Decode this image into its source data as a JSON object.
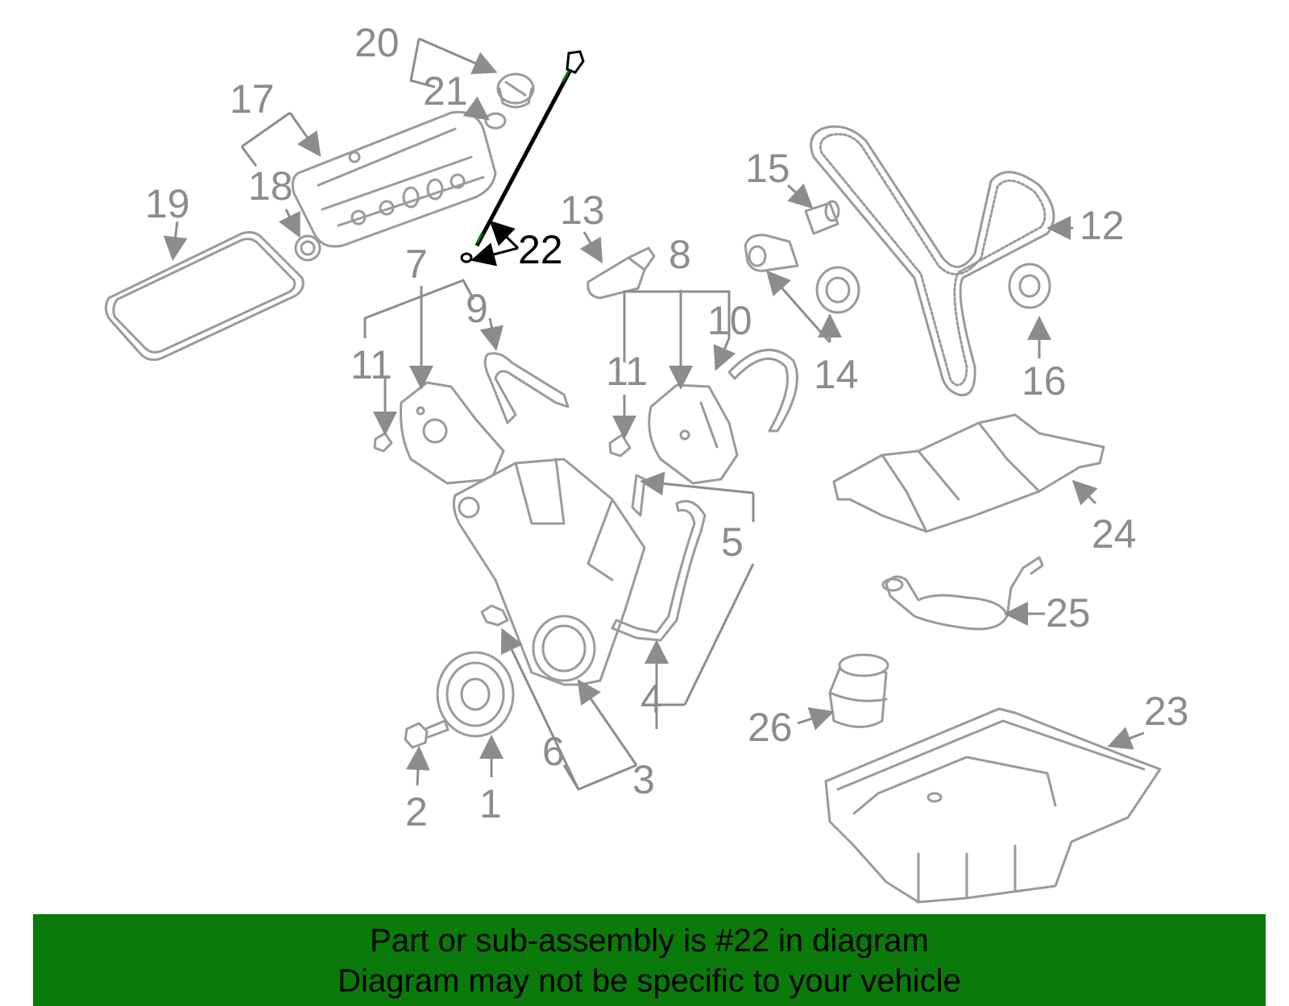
{
  "highlight_color": "#0a7a0a",
  "callouts": {
    "c1": "1",
    "c2": "2",
    "c3": "3",
    "c4": "4",
    "c5": "5",
    "c6": "6",
    "c7": "7",
    "c8": "8",
    "c9": "9",
    "c10": "10",
    "c11a": "11",
    "c11b": "11",
    "c12": "12",
    "c13": "13",
    "c14": "14",
    "c15": "15",
    "c16": "16",
    "c17": "17",
    "c18": "18",
    "c19": "19",
    "c20": "20",
    "c21": "21",
    "c22": "22",
    "c23": "23",
    "c24": "24",
    "c25": "25",
    "c26": "26"
  },
  "banner": {
    "line1": "Part or sub-assembly is #22 in diagram",
    "line2": "Diagram may not be specific to your vehicle"
  }
}
